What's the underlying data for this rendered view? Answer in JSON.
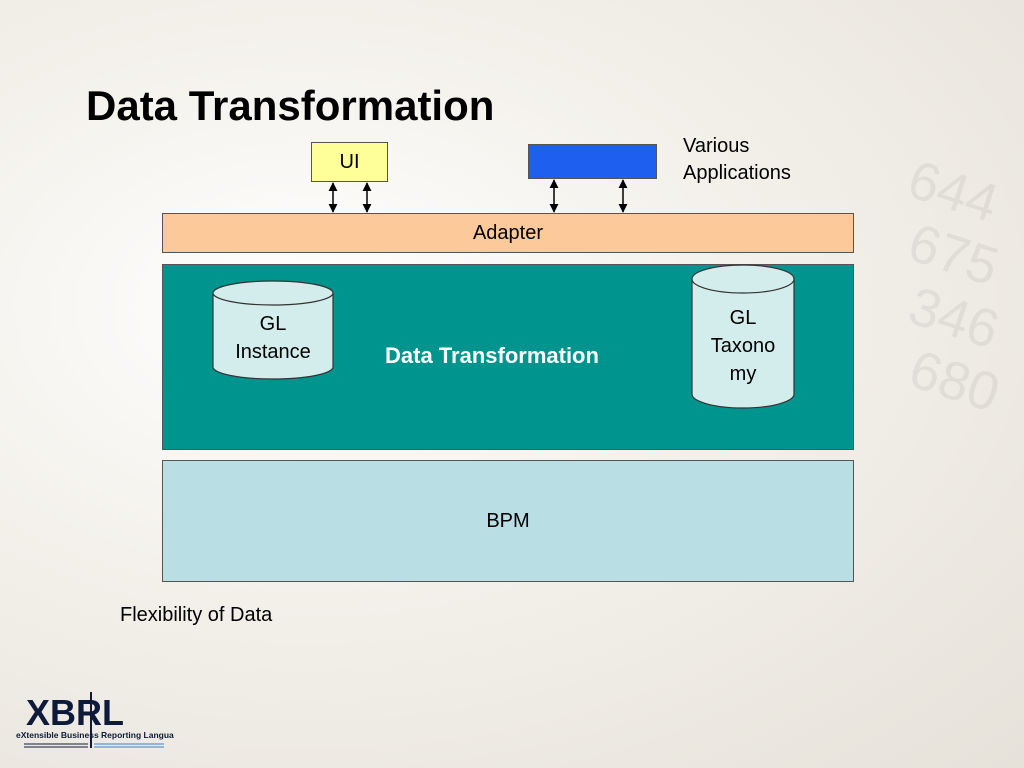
{
  "slide": {
    "title": "Data Transformation",
    "various_applications": "Various\nApplications",
    "ui_label": "UI",
    "adapter_label": "Adapter",
    "center_label": "Data Transformation",
    "gl_instance": "GL\nInstance",
    "gl_taxonomy": "GL\nTaxono\nmy",
    "bpm_label": "BPM",
    "caption": "Flexibility of Data"
  },
  "logo": {
    "text_main": "XBRL",
    "text_sub": "eXtensible Business Reporting Language"
  },
  "colors": {
    "ui_box": "#ffff99",
    "app_box": "#1f5ff0",
    "adapter": "#fcc99a",
    "transformation": "#00948f",
    "bpm": "#b9dee3",
    "cylinder": "#d3ecec"
  }
}
